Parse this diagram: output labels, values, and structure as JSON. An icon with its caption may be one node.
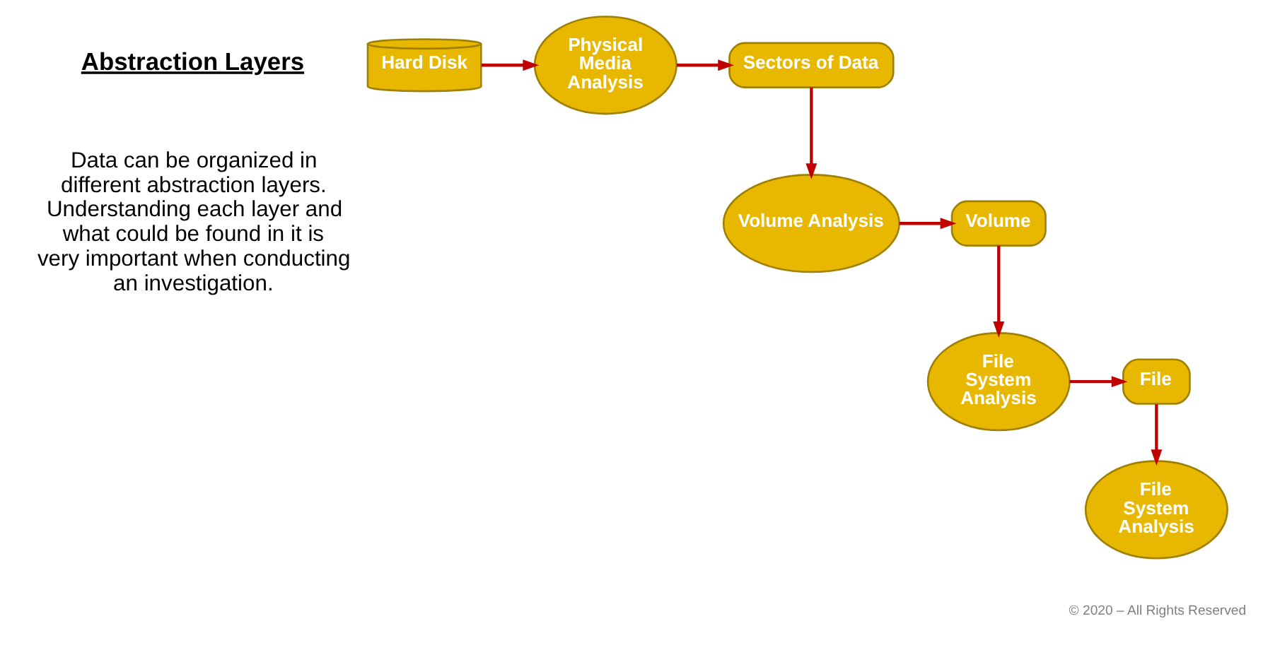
{
  "diagram": {
    "nodes": [
      {
        "text": [
          "Hard Disk"
        ]
      },
      {
        "text": [
          "Physical Media Analysis"
        ]
      },
      {
        "text": [
          "Sectors of Data"
        ]
      },
      {
        "text": [
          "Volume Analysis"
        ]
      },
      {
        "text": [
          "Volume"
        ]
      },
      {
        "text": [
          "File System Analysis"
        ]
      },
      {
        "text": [
          "File"
        ]
      },
      {
        "text": [
          "File System Analysis"
        ]
      }
    ],
    "edges": [
      {
        "from": 0,
        "to": 1,
        "arrow": "to"
      },
      {
        "from": 1,
        "to": 2,
        "arrow": "to"
      },
      {
        "from": 2,
        "to": 3,
        "arrow": "to"
      },
      {
        "from": 3,
        "to": 4,
        "arrow": "to"
      },
      {
        "from": 4,
        "to": 5,
        "arrow": "to"
      },
      {
        "from": 5,
        "to": 6,
        "arrow": "to"
      },
      {
        "from": 6,
        "to": 7,
        "arrow": "to"
      }
    ],
    "labels": [
      "Abstraction Layers",
      "Data can be organized in different abstraction layers. Understanding each layer and what could be found in it is very important when conducting an investigation.",
      "© 2020 – All Rights Reserved"
    ]
  }
}
